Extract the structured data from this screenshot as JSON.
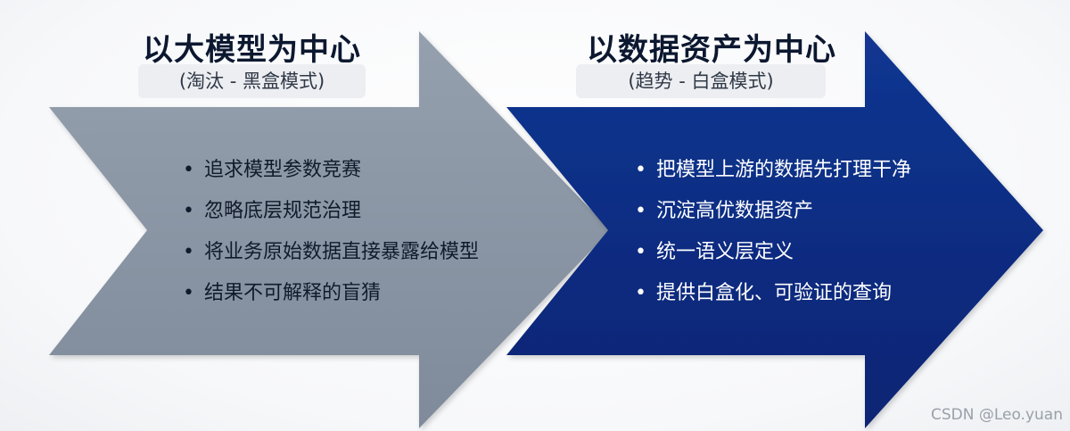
{
  "left": {
    "title": "以大模型为中心",
    "subtitle": "(淘汰 - 黑盒模式)",
    "items": [
      "追求模型参数竞赛",
      "忽略底层规范治理",
      "将业务原始数据直接暴露给模型",
      "结果不可解释的盲猜"
    ],
    "color": "#8894a3"
  },
  "right": {
    "title": "以数据资产为中心",
    "subtitle": "(趋势 - 白盒模式)",
    "items": [
      "把模型上游的数据先打理干净",
      "沉淀高优数据资产",
      "统一语义层定义",
      "提供白盒化、可验证的查询"
    ],
    "color": "#0e2d82"
  },
  "watermark": "CSDN @Leo.yuan"
}
